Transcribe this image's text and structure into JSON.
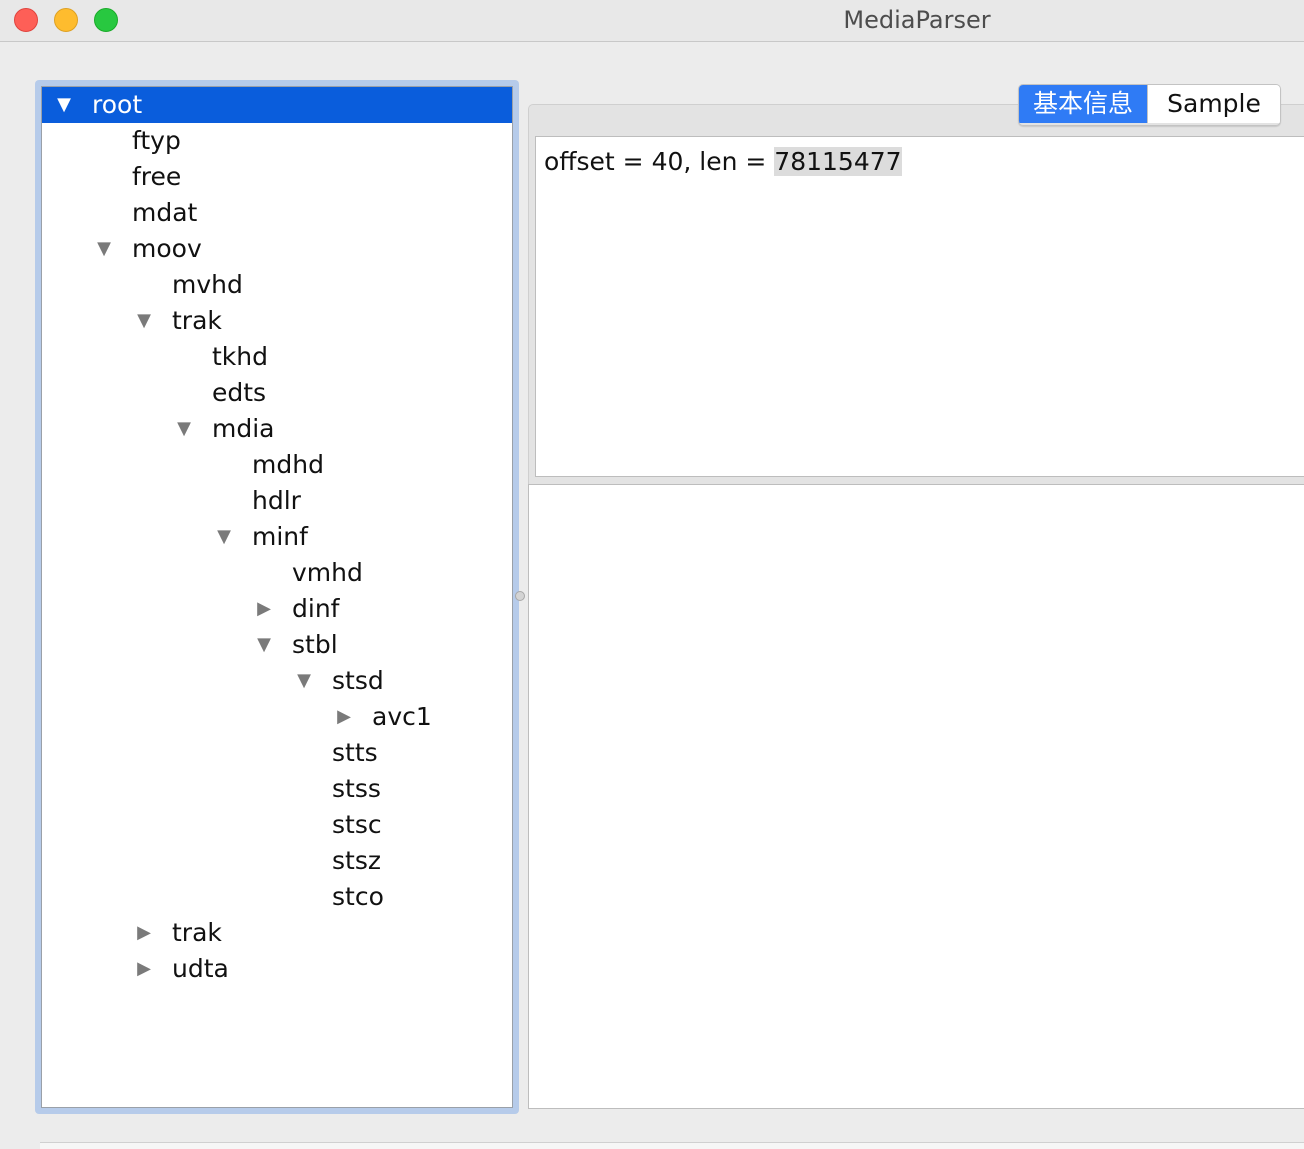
{
  "window": {
    "title": "MediaParser"
  },
  "tree": {
    "rows": [
      {
        "label": "root",
        "level": 0,
        "toggle": "expanded",
        "selected": true
      },
      {
        "label": "ftyp",
        "level": 1,
        "toggle": "none"
      },
      {
        "label": "free",
        "level": 1,
        "toggle": "none"
      },
      {
        "label": "mdat",
        "level": 1,
        "toggle": "none"
      },
      {
        "label": "moov",
        "level": 1,
        "toggle": "expanded"
      },
      {
        "label": "mvhd",
        "level": 2,
        "toggle": "none"
      },
      {
        "label": "trak",
        "level": 2,
        "toggle": "expanded"
      },
      {
        "label": "tkhd",
        "level": 3,
        "toggle": "none"
      },
      {
        "label": "edts",
        "level": 3,
        "toggle": "none"
      },
      {
        "label": "mdia",
        "level": 3,
        "toggle": "expanded"
      },
      {
        "label": "mdhd",
        "level": 4,
        "toggle": "none"
      },
      {
        "label": "hdlr",
        "level": 4,
        "toggle": "none"
      },
      {
        "label": "minf",
        "level": 4,
        "toggle": "expanded"
      },
      {
        "label": "vmhd",
        "level": 5,
        "toggle": "none"
      },
      {
        "label": "dinf",
        "level": 5,
        "toggle": "collapsed"
      },
      {
        "label": "stbl",
        "level": 5,
        "toggle": "expanded"
      },
      {
        "label": "stsd",
        "level": 6,
        "toggle": "expanded"
      },
      {
        "label": "avc1",
        "level": 7,
        "toggle": "collapsed"
      },
      {
        "label": "stts",
        "level": 6,
        "toggle": "none"
      },
      {
        "label": "stss",
        "level": 6,
        "toggle": "none"
      },
      {
        "label": "stsc",
        "level": 6,
        "toggle": "none"
      },
      {
        "label": "stsz",
        "level": 6,
        "toggle": "none"
      },
      {
        "label": "stco",
        "level": 6,
        "toggle": "none"
      },
      {
        "label": "trak",
        "level": 2,
        "toggle": "collapsed"
      },
      {
        "label": "udta",
        "level": 2,
        "toggle": "collapsed"
      }
    ]
  },
  "tabs": {
    "basic_info": "基本信息",
    "sample": "Sample",
    "active": "basic_info"
  },
  "info": {
    "prefix": "offset = 40, len = ",
    "length_value": "78115477"
  },
  "colors": {
    "selection": "#0a5ddc",
    "tab_active": "#2f7bf5",
    "close": "#fe5f57",
    "minimize": "#febc2e",
    "zoom": "#28c840"
  }
}
